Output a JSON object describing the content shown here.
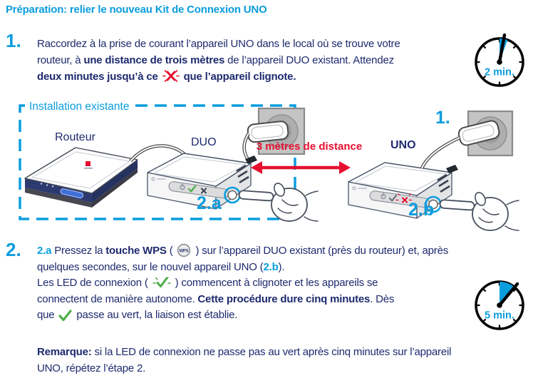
{
  "page": {
    "title": "Préparation: relier le nouveau Kit de Connexion UNO"
  },
  "colors": {
    "cyan": "#0a9dde",
    "navy": "#1e2a6e",
    "red": "#e60f2f",
    "green": "#4fae4a"
  },
  "icons": {
    "wps_label": "WPS"
  },
  "step1": {
    "number": "1.",
    "timer": {
      "label": "2 min.",
      "minutes": 2
    },
    "lines": [
      [
        {
          "text": "Raccordez à la prise de courant l’appareil UNO dans le local où se trouve votre"
        }
      ],
      [
        {
          "text": "routeur, à "
        },
        {
          "text": "une distance de trois mètres",
          "style": "bold"
        },
        {
          "text": " de l’appareil DUO existant. Attendez"
        }
      ],
      [
        {
          "text": "deux minutes jusqu’à ce ",
          "style": "bold"
        },
        {
          "icon": "blinking-x"
        },
        {
          "text": " que l’appareil clignote.",
          "style": "bold"
        }
      ]
    ]
  },
  "diagram": {
    "box_label": "Installation existante",
    "router_label": "Routeur",
    "duo_label": "DUO",
    "uno_label": "UNO",
    "distance_label": "3 mètres de distance",
    "outlet_step_label": "1.",
    "duo_button_label": "2.a",
    "uno_button_label": "2.b"
  },
  "step2": {
    "number": "2.",
    "timer": {
      "label": "5 min.",
      "minutes": 5
    },
    "lines": [
      [
        {
          "text": "2.a",
          "style": "cyanbold"
        },
        {
          "text": " Pressez la "
        },
        {
          "text": "touche WPS",
          "style": "bold"
        },
        {
          "text": " ("
        },
        {
          "icon": "wps-button"
        },
        {
          "text": ") sur l’appareil DUO existant (près du routeur) et, après"
        }
      ],
      [
        {
          "text": "quelques secondes, sur le nouvel appareil UNO ("
        },
        {
          "text": "2.b",
          "style": "cyanbold"
        },
        {
          "text": ")."
        }
      ],
      [
        {
          "text": "Les LED de connexion ("
        },
        {
          "icon": "blinking-check"
        },
        {
          "text": ") commencent à clignoter et les appareils se"
        }
      ],
      [
        {
          "text": "connectent de manière autonome. "
        },
        {
          "text": "Cette procédure dure cinq minutes",
          "style": "bold"
        },
        {
          "text": ". Dès"
        }
      ],
      [
        {
          "text": "que "
        },
        {
          "icon": "green-check"
        },
        {
          "text": " passe au vert, la liaison est établie."
        }
      ]
    ],
    "note_lines": [
      [
        {
          "text": "Remarque:",
          "style": "bold"
        },
        {
          "text": " si la LED de connexion ne passe pas au vert après cinq minutes sur l’appareil"
        }
      ],
      [
        {
          "text": "UNO, répétez l’étape 2."
        }
      ]
    ]
  }
}
